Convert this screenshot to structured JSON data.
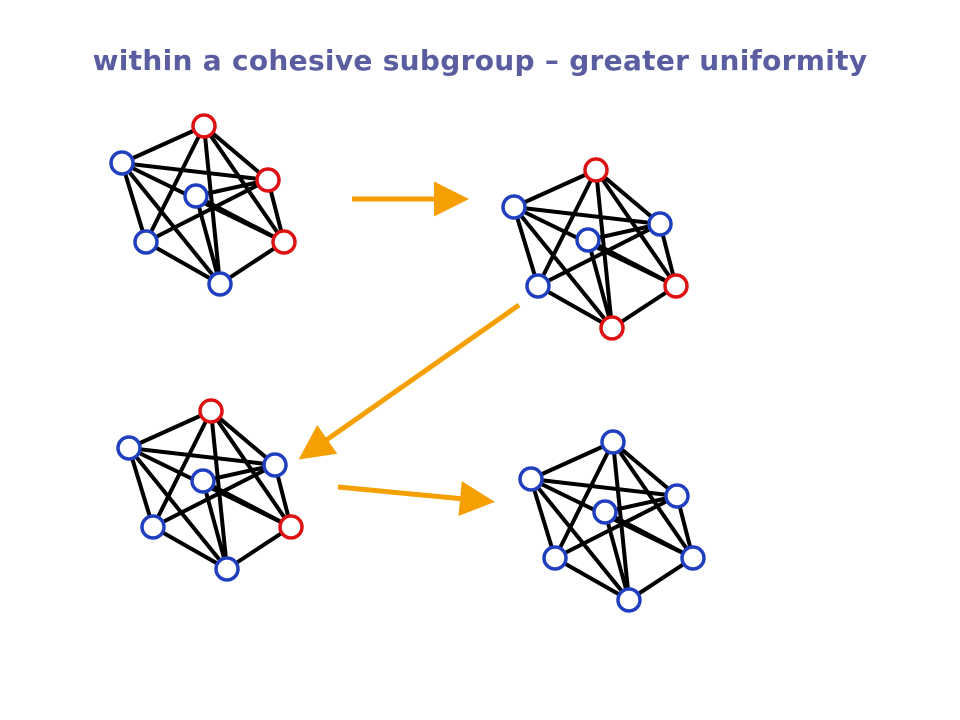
{
  "slide": {
    "title": "within a cohesive subgroup – greater uniformity"
  },
  "colors": {
    "title": "#5a5ea0",
    "edge": "#000000",
    "arrow": "#f5a000",
    "node_fill": "#ffffff",
    "blue": "#1f3fbf",
    "red": "#dd1111"
  },
  "networks": [
    {
      "id": "stage-1",
      "nodes": [
        {
          "id": "a",
          "state": "red"
        },
        {
          "id": "b",
          "state": "blue"
        },
        {
          "id": "c",
          "state": "red"
        },
        {
          "id": "d",
          "state": "blue"
        },
        {
          "id": "e",
          "state": "blue"
        },
        {
          "id": "f",
          "state": "red"
        },
        {
          "id": "g",
          "state": "blue"
        }
      ]
    },
    {
      "id": "stage-2",
      "nodes": [
        {
          "id": "a",
          "state": "red"
        },
        {
          "id": "b",
          "state": "blue"
        },
        {
          "id": "c",
          "state": "blue"
        },
        {
          "id": "d",
          "state": "blue"
        },
        {
          "id": "e",
          "state": "blue"
        },
        {
          "id": "f",
          "state": "red"
        },
        {
          "id": "g",
          "state": "red"
        }
      ]
    },
    {
      "id": "stage-3",
      "nodes": [
        {
          "id": "a",
          "state": "red"
        },
        {
          "id": "b",
          "state": "blue"
        },
        {
          "id": "c",
          "state": "blue"
        },
        {
          "id": "d",
          "state": "blue"
        },
        {
          "id": "e",
          "state": "blue"
        },
        {
          "id": "f",
          "state": "red"
        },
        {
          "id": "g",
          "state": "blue"
        }
      ]
    },
    {
      "id": "stage-4",
      "nodes": [
        {
          "id": "a",
          "state": "blue"
        },
        {
          "id": "b",
          "state": "blue"
        },
        {
          "id": "c",
          "state": "blue"
        },
        {
          "id": "d",
          "state": "blue"
        },
        {
          "id": "e",
          "state": "blue"
        },
        {
          "id": "f",
          "state": "blue"
        },
        {
          "id": "g",
          "state": "blue"
        }
      ]
    }
  ],
  "edges": [
    [
      "a",
      "b"
    ],
    [
      "a",
      "c"
    ],
    [
      "a",
      "f"
    ],
    [
      "a",
      "g"
    ],
    [
      "a",
      "e"
    ],
    [
      "b",
      "c"
    ],
    [
      "b",
      "e"
    ],
    [
      "b",
      "f"
    ],
    [
      "b",
      "g"
    ],
    [
      "c",
      "d"
    ],
    [
      "c",
      "e"
    ],
    [
      "c",
      "f"
    ],
    [
      "d",
      "f"
    ],
    [
      "d",
      "g"
    ],
    [
      "e",
      "g"
    ],
    [
      "f",
      "g"
    ]
  ]
}
